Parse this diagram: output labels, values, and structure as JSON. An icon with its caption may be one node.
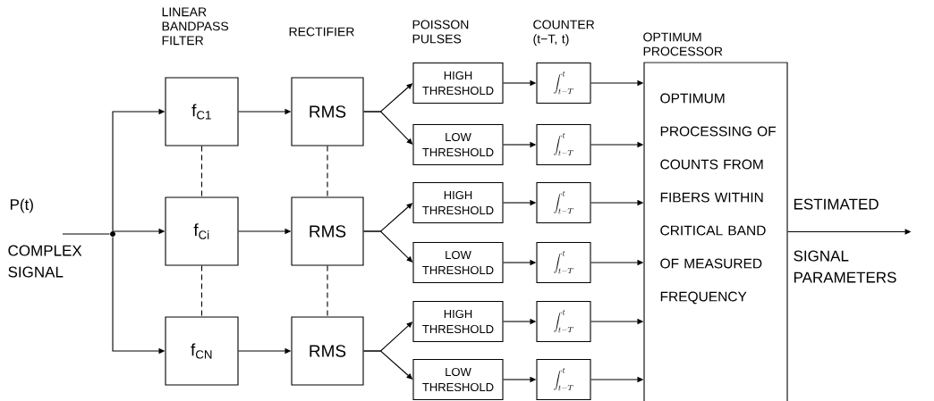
{
  "diagram": {
    "nodes": [
      {
        "text": [],
        "shape": "circle"
      },
      {
        "text": [
          "f$_{C1}$"
        ]
      },
      {
        "text": [
          "f$_{Ci}$"
        ]
      },
      {
        "text": [
          "f$_{CN}$"
        ]
      },
      {
        "text": [
          "RMS"
        ]
      },
      {
        "text": [
          "RMS"
        ]
      },
      {
        "text": [
          "RMS"
        ]
      },
      {
        "text": [
          "HIGH THRESHOLD"
        ]
      },
      {
        "text": [
          "LOW THRESHOLD"
        ]
      },
      {
        "text": [
          "HIGH THRESHOLD"
        ]
      },
      {
        "text": [
          "LOW THRESHOLD"
        ]
      },
      {
        "text": [
          "HIGH THRESHOLD"
        ]
      },
      {
        "text": [
          "LOW THRESHOLD"
        ]
      },
      {
        "text": [
          "\\int_{t-T}^{t}"
        ]
      },
      {
        "text": [
          "\\int_{t-T}^{t}"
        ]
      },
      {
        "text": [
          "\\int_{t-T}^{t}"
        ]
      },
      {
        "text": [
          "\\int_{t-T}^{t}"
        ]
      },
      {
        "text": [
          "\\int_{t-T}^{t}"
        ]
      },
      {
        "text": [
          "\\int_{t-T}^{t}"
        ]
      },
      {
        "text": [
          "OPTIMUM PROCESSOR",
          "OPTIMUM PROCESSING OF COUNTS FROM FIBERS WITHIN CRITICAL BAND OF MEASURED FREQUENCY"
        ]
      }
    ],
    "edges": [
      {
        "from": null,
        "to": 0,
        "arrow": "none"
      },
      {
        "from": 0,
        "to": 1,
        "arrow": "to"
      },
      {
        "from": 0,
        "to": 2,
        "arrow": "to"
      },
      {
        "from": 0,
        "to": 3,
        "arrow": "to"
      },
      {
        "from": 1,
        "to": 4,
        "arrow": "to"
      },
      {
        "from": 2,
        "to": 5,
        "arrow": "to"
      },
      {
        "from": 3,
        "to": 6,
        "arrow": "to"
      },
      {
        "from": 4,
        "to": 7,
        "arrow": "to"
      },
      {
        "from": 4,
        "to": 8,
        "arrow": "to"
      },
      {
        "from": 5,
        "to": 9,
        "arrow": "to"
      },
      {
        "from": 5,
        "to": 10,
        "arrow": "to"
      },
      {
        "from": 6,
        "to": 11,
        "arrow": "to"
      },
      {
        "from": 6,
        "to": 12,
        "arrow": "to"
      },
      {
        "from": 7,
        "to": 13,
        "arrow": "to"
      },
      {
        "from": 8,
        "to": 14,
        "arrow": "to"
      },
      {
        "from": 9,
        "to": 15,
        "arrow": "to"
      },
      {
        "from": 10,
        "to": 16,
        "arrow": "to"
      },
      {
        "from": 11,
        "to": 17,
        "arrow": "to"
      },
      {
        "from": 12,
        "to": 18,
        "arrow": "to"
      },
      {
        "from": 13,
        "to": 19,
        "arrow": "to"
      },
      {
        "from": 14,
        "to": 19,
        "arrow": "to"
      },
      {
        "from": 15,
        "to": 19,
        "arrow": "to"
      },
      {
        "from": 16,
        "to": 19,
        "arrow": "to"
      },
      {
        "from": 17,
        "to": 19,
        "arrow": "to"
      },
      {
        "from": 18,
        "to": 19,
        "arrow": "to"
      },
      {
        "from": 19,
        "to": null,
        "arrow": "to"
      },
      {
        "from": 1,
        "to": 2,
        "arrow": "none",
        "style": "dashed"
      },
      {
        "from": 2,
        "to": 3,
        "arrow": "none",
        "style": "dashed"
      },
      {
        "from": 4,
        "to": 5,
        "arrow": "none",
        "style": "dashed"
      },
      {
        "from": 5,
        "to": 6,
        "arrow": "none",
        "style": "dashed"
      }
    ],
    "labels": [
      "LINEAR BANDPASS FILTER",
      "RECTIFIER",
      "POISSON PULSES",
      "COUNTER (t−T, t)",
      "P(t)",
      "COMPLEX SIGNAL",
      "ESTIMATED",
      "SIGNAL PARAMETERS"
    ]
  }
}
